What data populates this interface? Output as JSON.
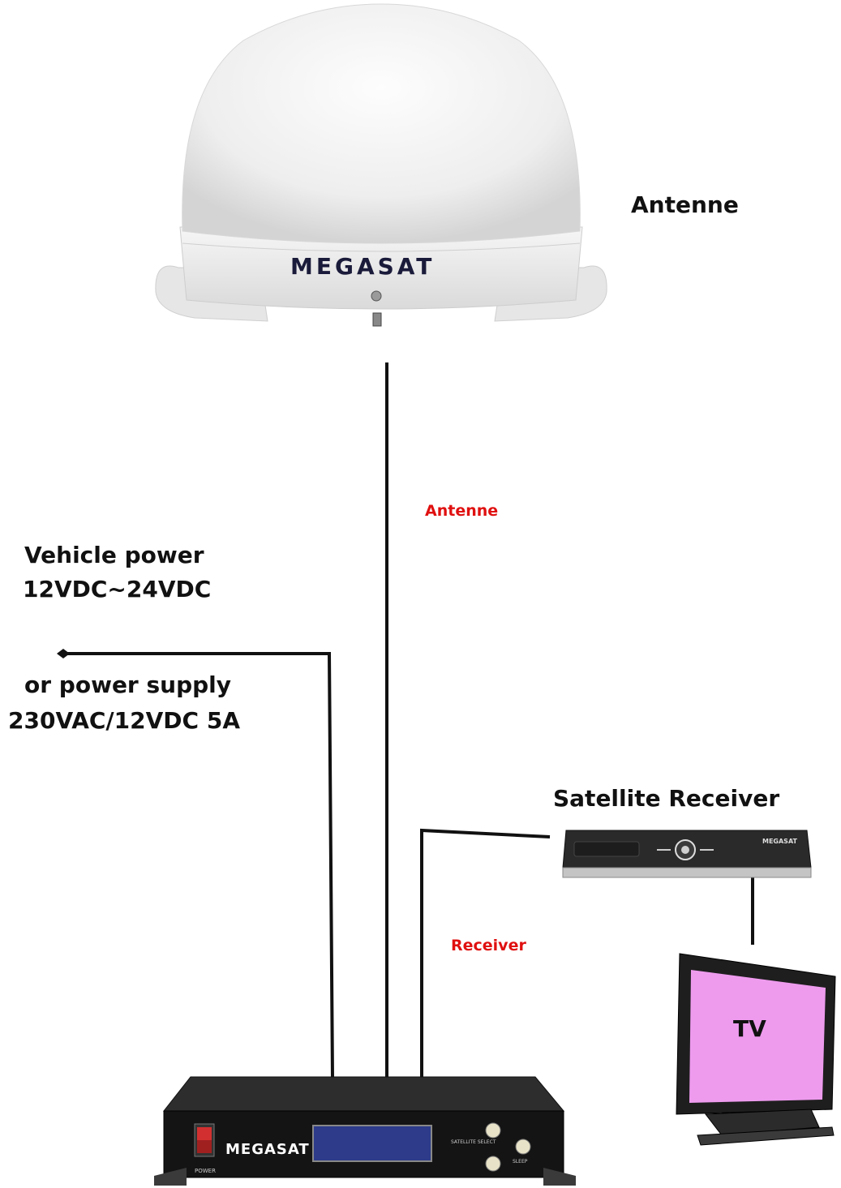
{
  "labels": {
    "antenna_title": "Antenne",
    "antenna_cable": "Antenne",
    "receiver_cable": "Receiver",
    "vehicle_power_line1": "Vehicle power",
    "vehicle_power_line2": "12VDC~24VDC",
    "power_supply_line1": "or power supply",
    "power_supply_line2": "230VAC/12VDC 5A",
    "satellite_receiver": "Satellite Receiver",
    "tv": "TV"
  },
  "devices": {
    "antenna_brand": "MEGASAT",
    "controller_brand": "MEGASAT",
    "controller_power_label": "POWER",
    "controller_satellite_select": "SATELLITE SELECT",
    "controller_sleep": "SLEEP",
    "receiver_brand": "MEGASAT"
  },
  "colors": {
    "wire": "#111111",
    "cable_label": "#e01010",
    "tv_screen": "#ee9bee",
    "dome": "#f2f2f2",
    "brand_blue": "#2a4fd8"
  }
}
